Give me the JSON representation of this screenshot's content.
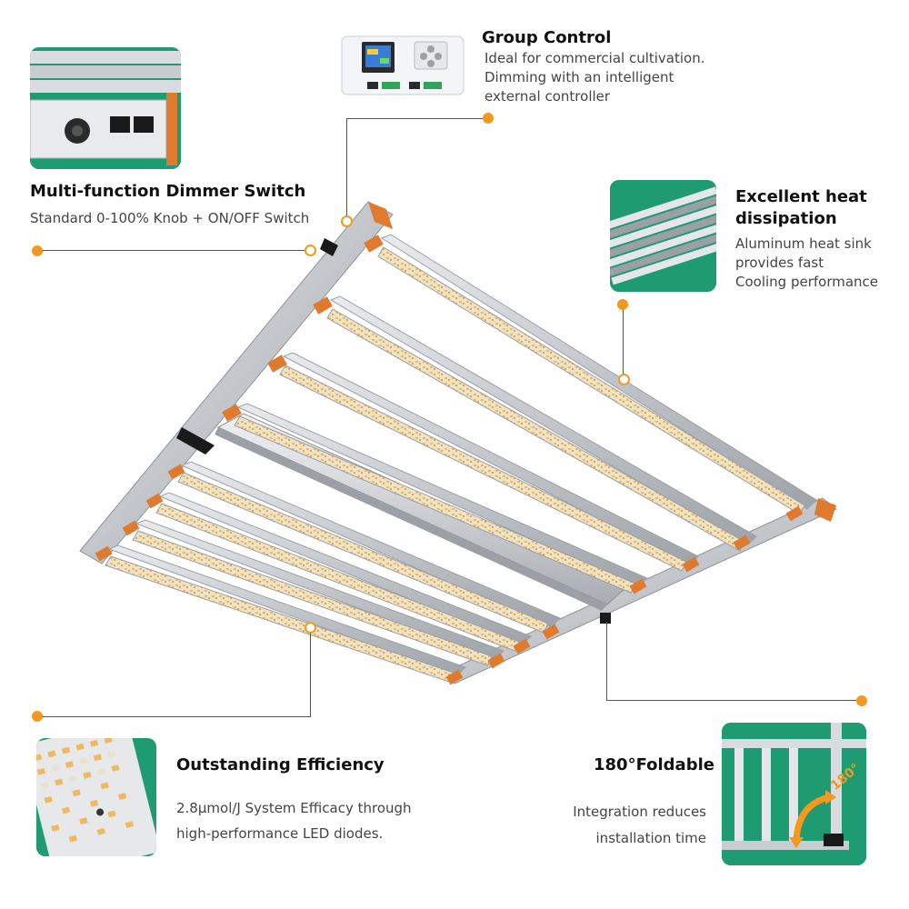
{
  "features": {
    "group_control": {
      "title": "Group Control",
      "lines": [
        "Ideal for commercial cultivation.",
        "Dimming with an intelligent",
        "external controller"
      ]
    },
    "dimmer_switch": {
      "title": "Multi-function Dimmer Switch",
      "lines": [
        "Standard 0-100% Knob + ON/OFF Switch"
      ]
    },
    "heat_dissipation": {
      "title_lines": [
        "Excellent heat",
        "dissipation"
      ],
      "lines": [
        "Aluminum heat sink",
        "provides fast",
        "Cooling performance"
      ]
    },
    "efficiency": {
      "title": "Outstanding Efficiency",
      "lines": [
        "2.8μmol/J System Efficacy through",
        "high-performance LED diodes."
      ]
    },
    "foldable": {
      "title": "180°Foldable",
      "lines": [
        "Integration reduces",
        "installation time"
      ],
      "angle_label": "180°"
    }
  },
  "colors": {
    "accent_orange": "#f39a1e",
    "thumb_green": "#1f9b72",
    "aluminum": "#c9ccd0"
  }
}
